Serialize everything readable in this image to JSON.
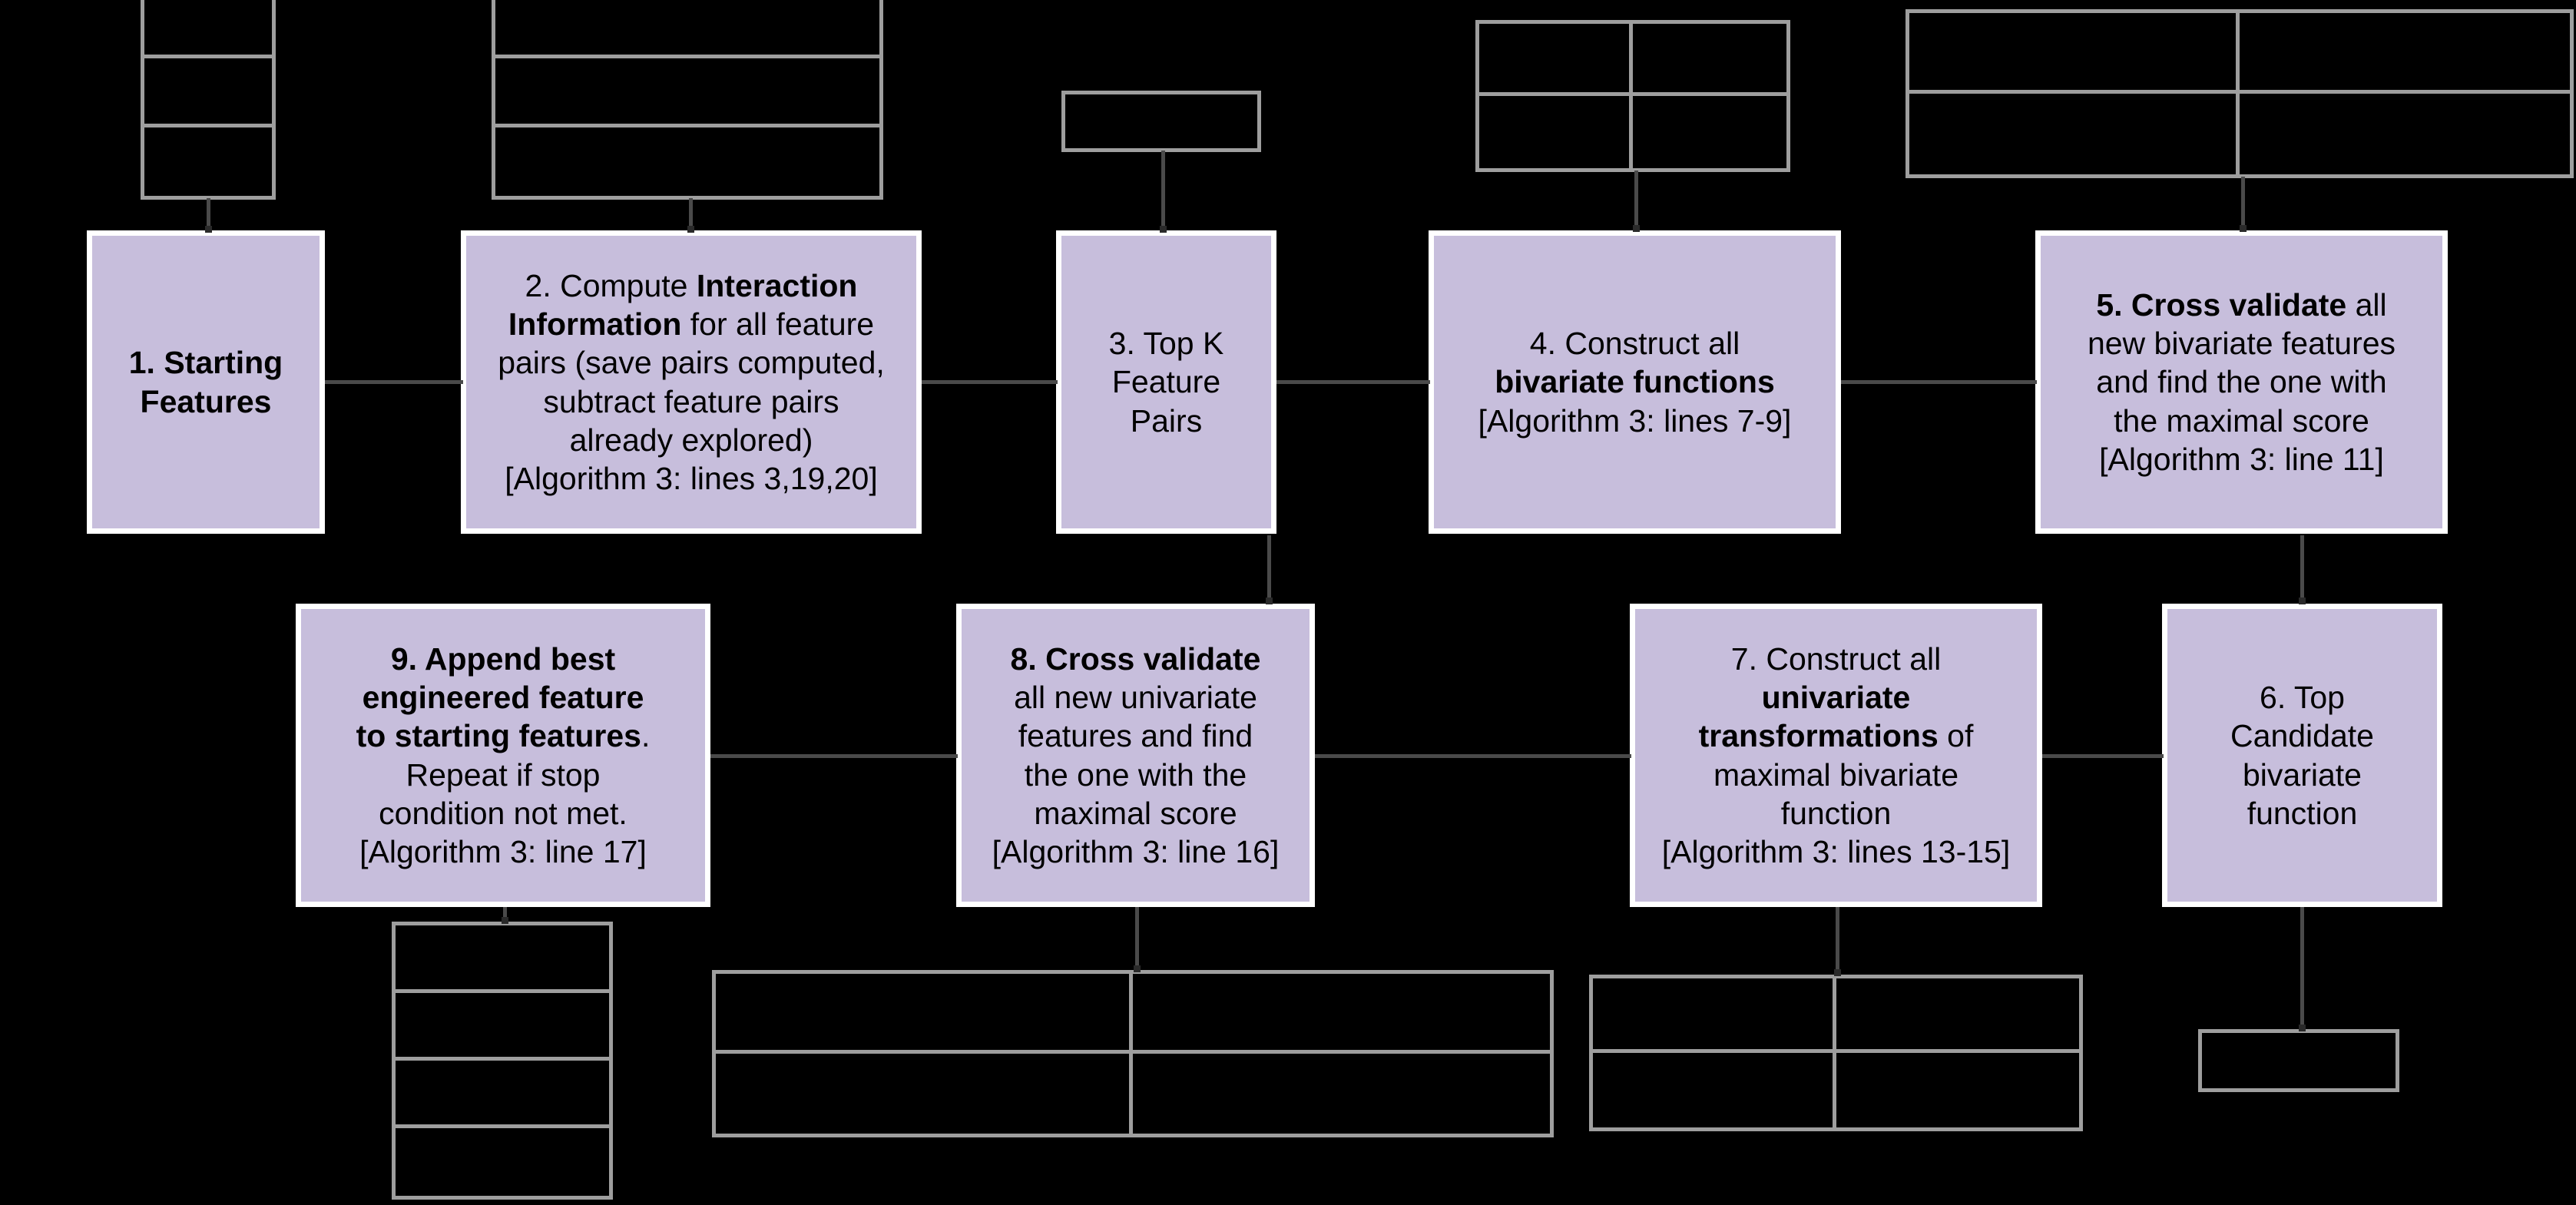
{
  "diagram": {
    "title": "Feature engineering algorithm flowchart",
    "background_color": "#000000",
    "box_fill_color": "#C7BEDC",
    "box_border_color": "#FFFFFF",
    "table_border_color": "#9E9E9E",
    "text_color": "#000000"
  },
  "steps": [
    {
      "id": "step-1",
      "number": "1.",
      "lines": [
        {
          "segments": [
            {
              "text": "1. Starting",
              "bold": true
            }
          ]
        },
        {
          "segments": [
            {
              "text": "Features",
              "bold": true
            }
          ]
        }
      ]
    },
    {
      "id": "step-2",
      "number": "2.",
      "lines": [
        {
          "segments": [
            {
              "text": "2. Compute ",
              "bold": false
            },
            {
              "text": "Interaction",
              "bold": true
            }
          ]
        },
        {
          "segments": [
            {
              "text": "Information",
              "bold": true
            },
            {
              "text": " for all feature",
              "bold": false
            }
          ]
        },
        {
          "segments": [
            {
              "text": "pairs (save pairs computed,",
              "bold": false
            }
          ]
        },
        {
          "segments": [
            {
              "text": "subtract feature pairs",
              "bold": false
            }
          ]
        },
        {
          "segments": [
            {
              "text": "already explored)",
              "bold": false
            }
          ]
        },
        {
          "segments": [
            {
              "text": "[Algorithm 3: lines 3,19,20]",
              "bold": false
            }
          ]
        }
      ]
    },
    {
      "id": "step-3",
      "number": "3.",
      "lines": [
        {
          "segments": [
            {
              "text": "3. Top K",
              "bold": false
            }
          ]
        },
        {
          "segments": [
            {
              "text": "Feature",
              "bold": false
            }
          ]
        },
        {
          "segments": [
            {
              "text": "Pairs",
              "bold": false
            }
          ]
        }
      ]
    },
    {
      "id": "step-4",
      "number": "4.",
      "lines": [
        {
          "segments": [
            {
              "text": "4. Construct all",
              "bold": false
            }
          ]
        },
        {
          "segments": [
            {
              "text": "bivariate functions",
              "bold": true
            }
          ]
        },
        {
          "segments": [
            {
              "text": "[Algorithm 3: lines 7-9]",
              "bold": false
            }
          ]
        }
      ]
    },
    {
      "id": "step-5",
      "number": "5.",
      "lines": [
        {
          "segments": [
            {
              "text": "5. Cross validate",
              "bold": true
            },
            {
              "text": " all",
              "bold": false
            }
          ]
        },
        {
          "segments": [
            {
              "text": "new bivariate features",
              "bold": false
            }
          ]
        },
        {
          "segments": [
            {
              "text": "and find the one with",
              "bold": false
            }
          ]
        },
        {
          "segments": [
            {
              "text": "the maximal score",
              "bold": false
            }
          ]
        },
        {
          "segments": [
            {
              "text": "[Algorithm 3: line 11]",
              "bold": false
            }
          ]
        }
      ]
    },
    {
      "id": "step-6",
      "number": "6.",
      "lines": [
        {
          "segments": [
            {
              "text": "6. Top",
              "bold": false
            }
          ]
        },
        {
          "segments": [
            {
              "text": "Candidate",
              "bold": false
            }
          ]
        },
        {
          "segments": [
            {
              "text": "bivariate",
              "bold": false
            }
          ]
        },
        {
          "segments": [
            {
              "text": "function",
              "bold": false
            }
          ]
        }
      ]
    },
    {
      "id": "step-7",
      "number": "7.",
      "lines": [
        {
          "segments": [
            {
              "text": "7. Construct all",
              "bold": false
            }
          ]
        },
        {
          "segments": [
            {
              "text": "univariate",
              "bold": true
            }
          ]
        },
        {
          "segments": [
            {
              "text": "transformations",
              "bold": true
            },
            {
              "text": " of",
              "bold": false
            }
          ]
        },
        {
          "segments": [
            {
              "text": "maximal bivariate",
              "bold": false
            }
          ]
        },
        {
          "segments": [
            {
              "text": "function",
              "bold": false
            }
          ]
        },
        {
          "segments": [
            {
              "text": "[Algorithm 3: lines 13-15]",
              "bold": false
            }
          ]
        }
      ]
    },
    {
      "id": "step-8",
      "number": "8.",
      "lines": [
        {
          "segments": [
            {
              "text": "8. Cross validate",
              "bold": true
            }
          ]
        },
        {
          "segments": [
            {
              "text": "all new univariate",
              "bold": false
            }
          ]
        },
        {
          "segments": [
            {
              "text": "features and find",
              "bold": false
            }
          ]
        },
        {
          "segments": [
            {
              "text": "the one with the",
              "bold": false
            }
          ]
        },
        {
          "segments": [
            {
              "text": "maximal score",
              "bold": false
            }
          ]
        },
        {
          "segments": [
            {
              "text": "[Algorithm 3: line 16]",
              "bold": false
            }
          ]
        }
      ]
    },
    {
      "id": "step-9",
      "number": "9.",
      "lines": [
        {
          "segments": [
            {
              "text": "9. Append best",
              "bold": true
            }
          ]
        },
        {
          "segments": [
            {
              "text": "engineered feature",
              "bold": true
            }
          ]
        },
        {
          "segments": [
            {
              "text": "to starting features",
              "bold": true
            },
            {
              "text": ".",
              "bold": false
            }
          ]
        },
        {
          "segments": [
            {
              "text": "Repeat if stop",
              "bold": false
            }
          ]
        },
        {
          "segments": [
            {
              "text": "condition not met.",
              "bold": false
            }
          ]
        },
        {
          "segments": [
            {
              "text": "[Algorithm 3: line 17]",
              "bold": false
            }
          ]
        }
      ]
    }
  ],
  "tables": [
    {
      "id": "table-above-step-1",
      "rows": 3,
      "cols": 1,
      "cells": []
    },
    {
      "id": "table-above-step-2",
      "rows": 3,
      "cols": 1,
      "cells": []
    },
    {
      "id": "table-above-step-3",
      "rows": 1,
      "cols": 1,
      "cells": []
    },
    {
      "id": "table-above-step-4",
      "rows": 2,
      "cols": 2,
      "cells": []
    },
    {
      "id": "table-above-step-5",
      "rows": 2,
      "cols": 2,
      "cells": []
    },
    {
      "id": "table-below-step-9",
      "rows": 4,
      "cols": 1,
      "cells": []
    },
    {
      "id": "table-below-step-8",
      "rows": 2,
      "cols": 2,
      "cells": []
    },
    {
      "id": "table-below-step-7",
      "rows": 2,
      "cols": 2,
      "cells": []
    },
    {
      "id": "table-below-step-6",
      "rows": 1,
      "cols": 1,
      "cells": []
    }
  ]
}
